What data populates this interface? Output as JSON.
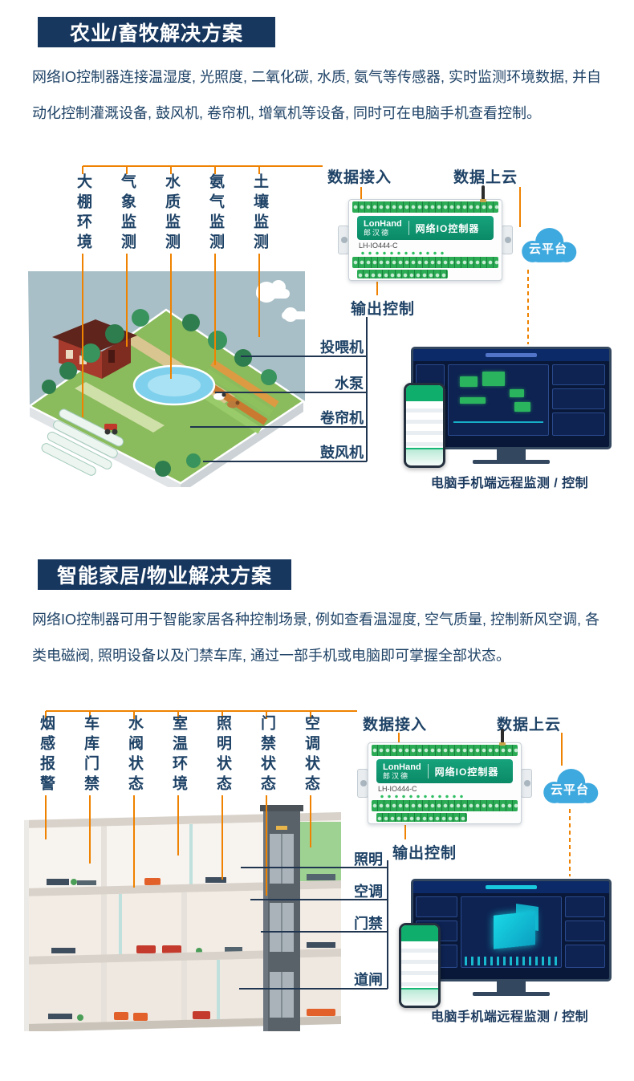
{
  "colors": {
    "accent_orange": "#ef8200",
    "deep_navy": "#17375f",
    "text_navy": "#1e4266",
    "device_green": "#0f9c75",
    "terminal_green": "#2cab55",
    "cloud_blue": "#3ea9df",
    "dashboard_navy": "#091838",
    "app_green": "#0fae6d"
  },
  "shared": {
    "data_in": "数据接入",
    "data_up": "数据上云",
    "cloud": "云平台",
    "output_ctrl": "输出控制",
    "caption": "电脑手机端远程监测 / 控制"
  },
  "device": {
    "brand": "LonHand",
    "brand_cn": "郎汉德",
    "name": "网络IO控制器",
    "model": "LH-IO444-C"
  },
  "agriculture": {
    "title": "农业/畜牧解决方案",
    "desc": "网络IO控制器连接温湿度, 光照度, 二氧化碳, 水质, 氨气等传感器, 实时监测环境数据, 并自动化控制灌溉设备, 鼓风机, 卷帘机, 增氧机等设备, 同时可在电脑手机查看控制。",
    "sensors": [
      "大棚环境",
      "气象监测",
      "水质监测",
      "氨气监测",
      "土壤监测"
    ],
    "outputs": [
      "投喂机",
      "水泵",
      "卷帘机",
      "鼓风机"
    ]
  },
  "smarthome": {
    "title": "智能家居/物业解决方案",
    "desc": "网络IO控制器可用于智能家居各种控制场景, 例如查看温湿度, 空气质量, 控制新风空调, 各类电磁阀, 照明设备以及门禁车库, 通过一部手机或电脑即可掌握全部状态。",
    "sensors": [
      "烟感报警",
      "车库门禁",
      "水阀状态",
      "室温环境",
      "照明状态",
      "门禁状态",
      "空调状态"
    ],
    "outputs": [
      "照明",
      "空调",
      "门禁",
      "道闸"
    ]
  }
}
